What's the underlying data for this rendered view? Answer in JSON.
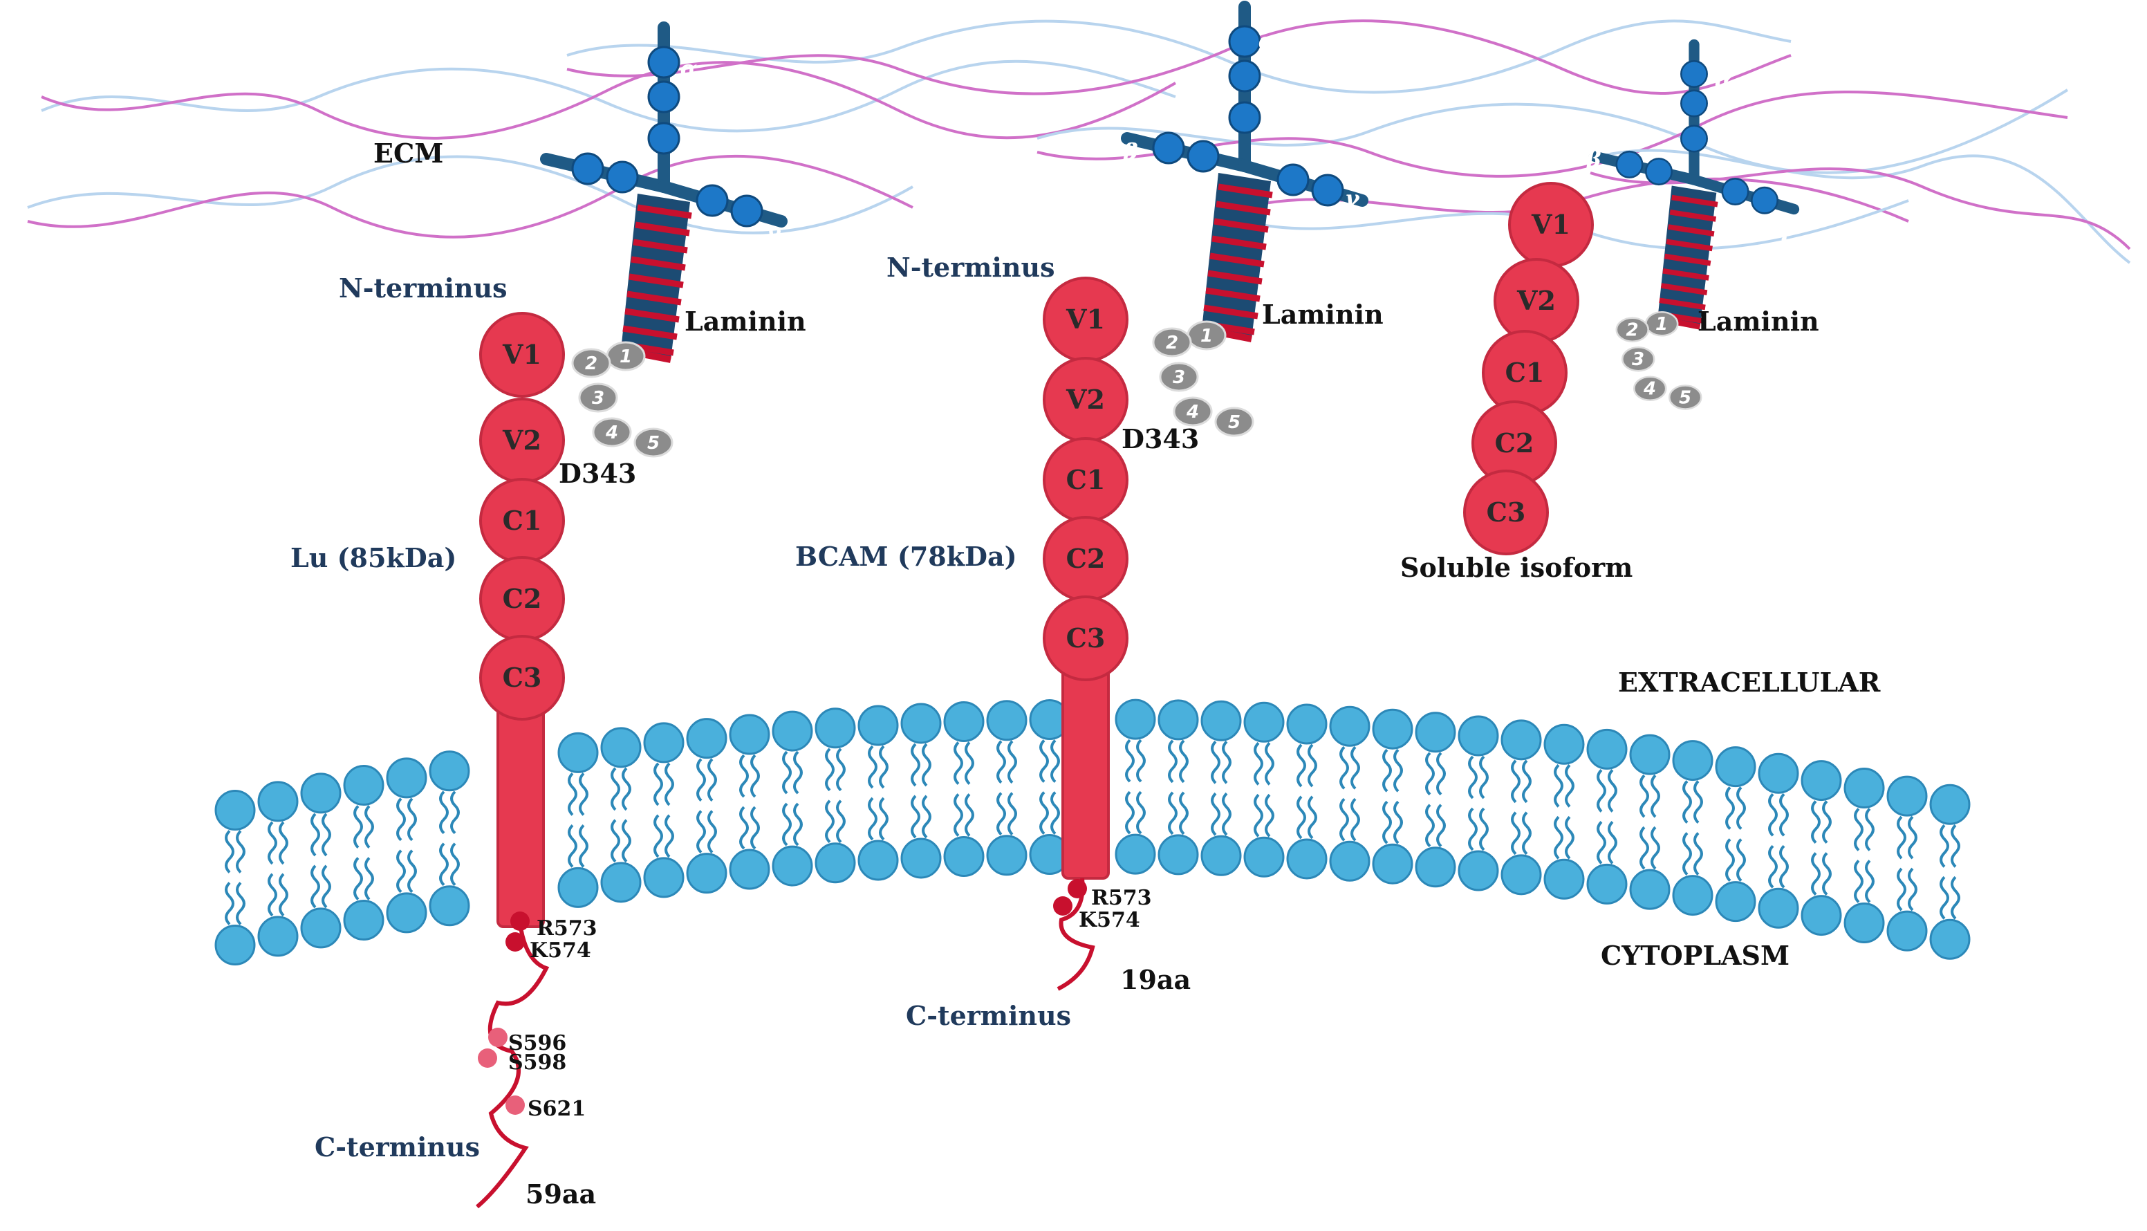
{
  "labels": {
    "ecm": "ECM",
    "extracellular": "EXTRACELLULAR",
    "cytoplasm": "CYTOPLASM",
    "laminin": "Laminin",
    "n_terminus": "N-terminus",
    "c_terminus": "C-terminus",
    "lu": "Lu (85kDa)",
    "bcam": "BCAM (78kDa)",
    "soluble": "Soluble isoform",
    "d343": "D343",
    "r573": "R573",
    "k574": "K574",
    "s596": "S596",
    "s598": "S598",
    "s621": "S621",
    "aa59": "59aa",
    "aa19": "19aa"
  },
  "domains": [
    "V1",
    "V2",
    "C1",
    "C2",
    "C3"
  ],
  "laminin_chains": {
    "alpha": "α",
    "beta": "β",
    "gamma": "γ"
  },
  "lg_domains": [
    "1",
    "2",
    "3",
    "4",
    "5"
  ],
  "colors": {
    "domain_red": "#e63950",
    "domain_stroke": "#c42a40",
    "membrane_blue": "#4ab0dc",
    "laminin_navy": "#1f5a85",
    "laminin_bead": "#1d78c8",
    "stripe_red": "#c8102e",
    "lg_grey": "#8c8c8c",
    "fiber_pink": "#d070c8",
    "fiber_blue": "#b8d4ee"
  }
}
